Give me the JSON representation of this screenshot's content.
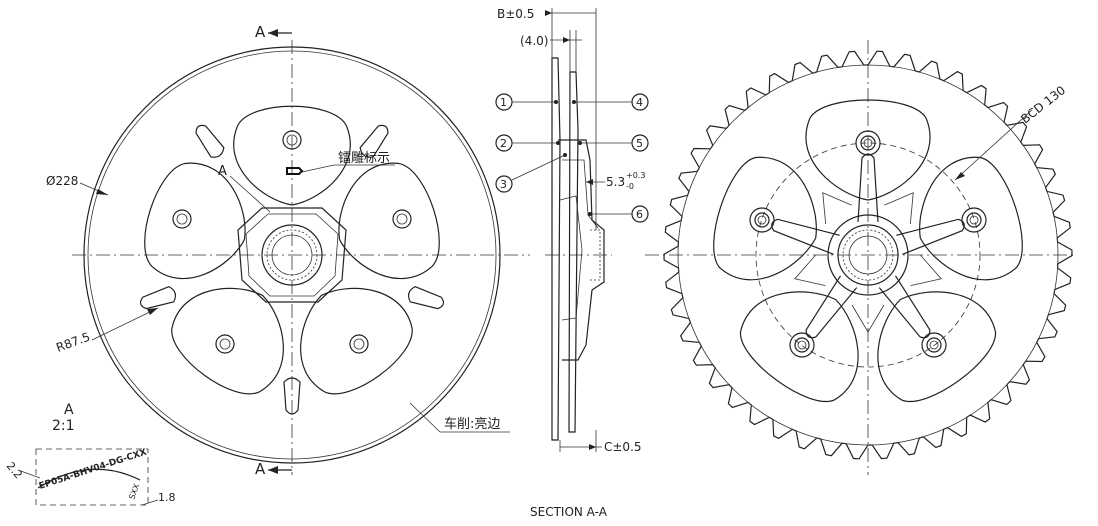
{
  "section_marker_top": "A",
  "section_marker_bottom": "A",
  "detail_label": "A",
  "detail_view_title": "A",
  "detail_view_scale": "2:1",
  "engraving_note": "镭雕标示",
  "turning_note": "车削:亮边",
  "dim_diameter": "Ø228",
  "dim_radius": "R87.5",
  "dim_bcd": "BCD 130",
  "dim_b": "B±0.5",
  "dim_4": "(4.0)",
  "dim_53_base": "5.3",
  "dim_53_upper": "+0.3",
  "dim_53_lower": "-0",
  "dim_c": "C±0.5",
  "balloons": [
    "1",
    "2",
    "3",
    "4",
    "5",
    "6"
  ],
  "part_marking": "EP05A-BHV04-DG-CXX",
  "detail_dim_22": "2.2",
  "detail_dim_18": "1.8",
  "detail_dim_side": "SXX",
  "section_title": "SECTION A-A"
}
